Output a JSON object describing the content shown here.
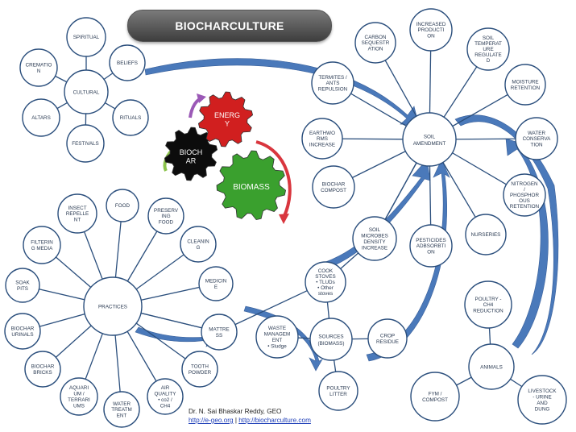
{
  "title": "BIOCHARCULTURE",
  "credit": {
    "author": "Dr. N. Sai Bhaskar Reddy, GEO",
    "link1": "http://e-geo.org",
    "separator": "|",
    "link2": "http://biocharculture.com"
  },
  "gears": {
    "energy": {
      "lines": [
        "ENERG",
        "Y"
      ],
      "color": "#d11f1f"
    },
    "biochar": {
      "lines": [
        "BIOCH",
        "AR"
      ],
      "color": "#0c0c0c"
    },
    "biomass": {
      "lines": [
        "BIOMASS"
      ],
      "color": "#3aa02e"
    }
  },
  "hubs": {
    "cultural": {
      "lines": [
        "CULTURAL"
      ]
    },
    "practices": {
      "lines": [
        "PRACTICES"
      ]
    },
    "soil": {
      "lines": [
        "SOIL",
        "AMENDMENT"
      ]
    },
    "sources": {
      "lines": [
        "SOURCES",
        "(BIOMASS)"
      ]
    },
    "animals": {
      "lines": [
        "ANIMALS"
      ]
    }
  },
  "cultural_items": [
    {
      "id": "spiritual",
      "lines": [
        "SPIRITUAL"
      ]
    },
    {
      "id": "cremation",
      "lines": [
        "CREMATIO",
        "N"
      ]
    },
    {
      "id": "beliefs",
      "lines": [
        "BELIEFS"
      ]
    },
    {
      "id": "altars",
      "lines": [
        "ALTARS"
      ]
    },
    {
      "id": "rituals",
      "lines": [
        "RITUALS"
      ]
    },
    {
      "id": "festivals",
      "lines": [
        "FESTIVALS"
      ]
    }
  ],
  "soil_items": [
    {
      "id": "increased-production",
      "lines": [
        "INCREASED",
        "PRODUCTI",
        "ON"
      ]
    },
    {
      "id": "carbon-sequestration",
      "lines": [
        "CARBON",
        "SEQUESTR",
        "ATION"
      ]
    },
    {
      "id": "soil-temperature",
      "lines": [
        "SOIL",
        "TEMPERAT",
        "URE",
        "REGULATE",
        "D"
      ]
    },
    {
      "id": "termites",
      "lines": [
        "TERMITES /",
        "ANTS",
        "REPULSION"
      ]
    },
    {
      "id": "moisture-retention",
      "lines": [
        "MOISTURE",
        "RETENTION"
      ]
    },
    {
      "id": "earthworms",
      "lines": [
        "EARTHWO",
        "RMS",
        "INCREASE"
      ]
    },
    {
      "id": "water-conservation",
      "lines": [
        "WATER",
        "CONSERVA",
        "TION"
      ]
    },
    {
      "id": "nitrogen",
      "lines": [
        "NITROGEN",
        "/",
        "PHOSPHOR",
        "OUS",
        "RETENTION"
      ]
    },
    {
      "id": "biochar-compost",
      "lines": [
        "BIOCHAR",
        "COMPOST"
      ]
    },
    {
      "id": "soil-microbes",
      "lines": [
        "SOIL",
        "MICROBES",
        "DENSITY",
        "INCREASE"
      ]
    },
    {
      "id": "nurseries",
      "lines": [
        "NURSERIES"
      ]
    },
    {
      "id": "pesticides",
      "lines": [
        "PESTICIDES",
        "ADBSORBTI",
        "ON"
      ]
    }
  ],
  "practice_items": [
    {
      "id": "insect-repellent",
      "lines": [
        "INSECT",
        "REPELLE",
        "NT"
      ]
    },
    {
      "id": "food",
      "lines": [
        "FOOD"
      ]
    },
    {
      "id": "preserving-food",
      "lines": [
        "PRESERV",
        "ING",
        "FOOD"
      ]
    },
    {
      "id": "filtering-media",
      "lines": [
        "FILTERIN",
        "G MEDIA"
      ]
    },
    {
      "id": "cleaning",
      "lines": [
        "CLEANIN",
        "G"
      ]
    },
    {
      "id": "soak-pits",
      "lines": [
        "SOAK",
        "PITS"
      ]
    },
    {
      "id": "medicine",
      "lines": [
        "MEDICIN",
        "E"
      ]
    },
    {
      "id": "biochar-urinals",
      "lines": [
        "BIOCHAR",
        "URINALS"
      ]
    },
    {
      "id": "mattress",
      "lines": [
        "MATTRE",
        "SS"
      ]
    },
    {
      "id": "biochar-bricks",
      "lines": [
        "BIOCHAR",
        "BRICKS"
      ]
    },
    {
      "id": "tooth-powder",
      "lines": [
        "TOOTH",
        "POWDER"
      ]
    },
    {
      "id": "aquarium",
      "lines": [
        "AQUARI",
        "UM /",
        "TERRARI",
        "UMS"
      ]
    },
    {
      "id": "water-treatment",
      "lines": [
        "WATER",
        "TREATM",
        "ENT"
      ]
    },
    {
      "id": "air-quality",
      "lines": [
        "AIR",
        "QUALITY",
        "• co2 /",
        "CH4"
      ]
    }
  ],
  "source_items": [
    {
      "id": "cook-stoves",
      "lines": [
        "COOK",
        "STOVES",
        "• TLUDs",
        "• Other",
        "stoves"
      ]
    },
    {
      "id": "waste-management",
      "lines": [
        "WASTE",
        "MANAGEM",
        "ENT",
        "• Sludge"
      ]
    },
    {
      "id": "crop-residue",
      "lines": [
        "CROP",
        "RESIDUE"
      ]
    },
    {
      "id": "poultry-litter",
      "lines": [
        "POULTRY",
        "LITTER"
      ]
    }
  ],
  "animal_items": [
    {
      "id": "poultry-ch4",
      "lines": [
        "POULTRY -",
        "CH4",
        "REDUCTION"
      ]
    },
    {
      "id": "fym-compost",
      "lines": [
        "FYM /",
        "COMPOST"
      ]
    },
    {
      "id": "livestock",
      "lines": [
        "LIVESTOCK",
        "- URINE",
        "AND",
        "DUNG"
      ]
    }
  ]
}
